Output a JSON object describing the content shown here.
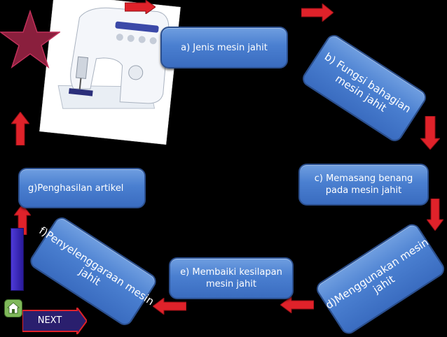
{
  "steps": {
    "a": "a) Jenis mesin jahit",
    "b_line1": "b) Fungsi bahagian",
    "b_line2": "mesin jahit",
    "c_line1": "c) Memasang benang",
    "c_line2": "pada mesin jahit",
    "d_line1": "d)Menggunakan mesin",
    "d_line2": "jahit",
    "e_line1": "e) Membaiki kesilapan",
    "e_line2": "mesin jahit",
    "f_line1": "f)Penyelenggaraan mesin",
    "f_line2": "jahit",
    "g": "g)Penghasilan artikel"
  },
  "nav": {
    "next_label": "NEXT",
    "side_label": "",
    "icons": [
      "star-icon",
      "home-icon",
      "sewing-machine-image"
    ]
  },
  "colors": {
    "background": "#000000",
    "box": "#4a7fd0",
    "arrow": "#e0222a",
    "star": "#8a1f3d",
    "side_button": "#3a2ab8"
  }
}
